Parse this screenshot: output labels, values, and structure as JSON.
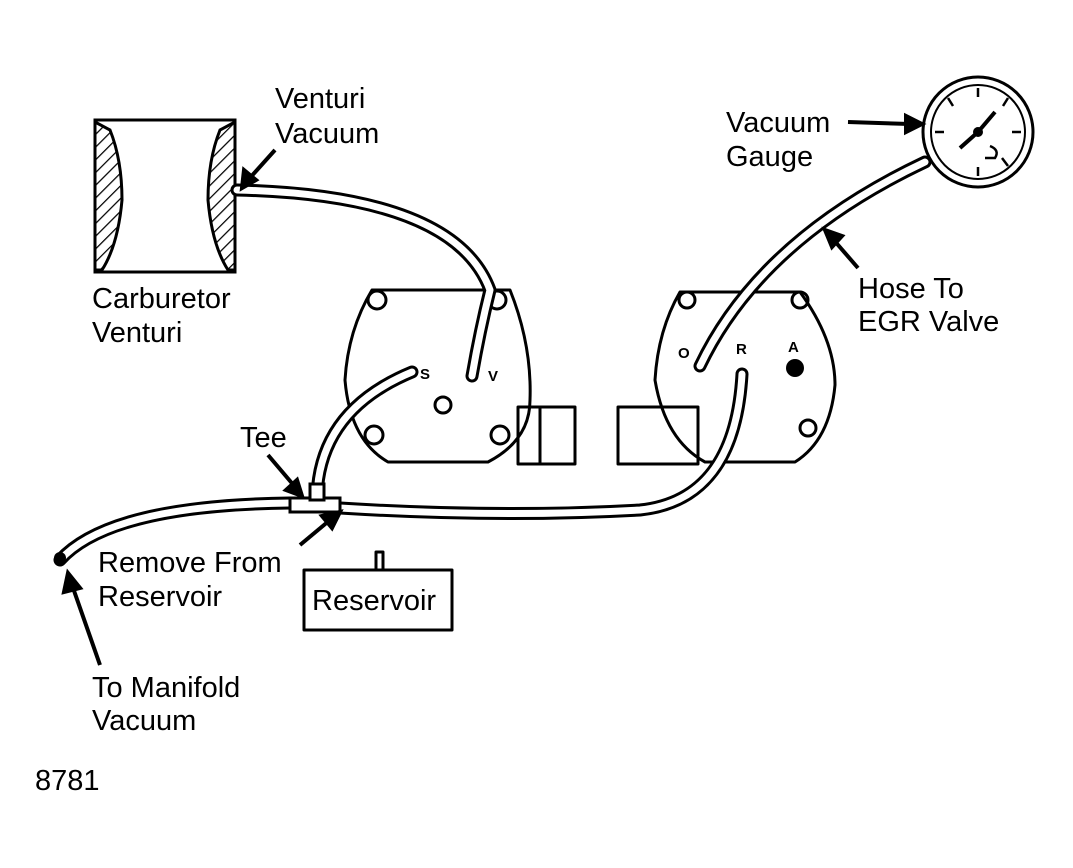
{
  "labels": {
    "venturi_vacuum": [
      "Venturi",
      "Vacuum"
    ],
    "carburetor_venturi": [
      "Carburetor",
      "Venturi"
    ],
    "vacuum_gauge": [
      "Vacuum",
      "Gauge"
    ],
    "hose_to_egr": [
      "Hose To",
      "EGR Valve"
    ],
    "tee": "Tee",
    "remove_from_reservoir": [
      "Remove From",
      "Reservoir"
    ],
    "reservoir": "Reservoir",
    "to_manifold_vacuum": [
      "To Manifold",
      "Vacuum"
    ],
    "figure_number": "8781"
  },
  "ports": {
    "left_s": "S",
    "left_v": "V",
    "right_o": "O",
    "right_r": "R",
    "right_a": "A"
  }
}
